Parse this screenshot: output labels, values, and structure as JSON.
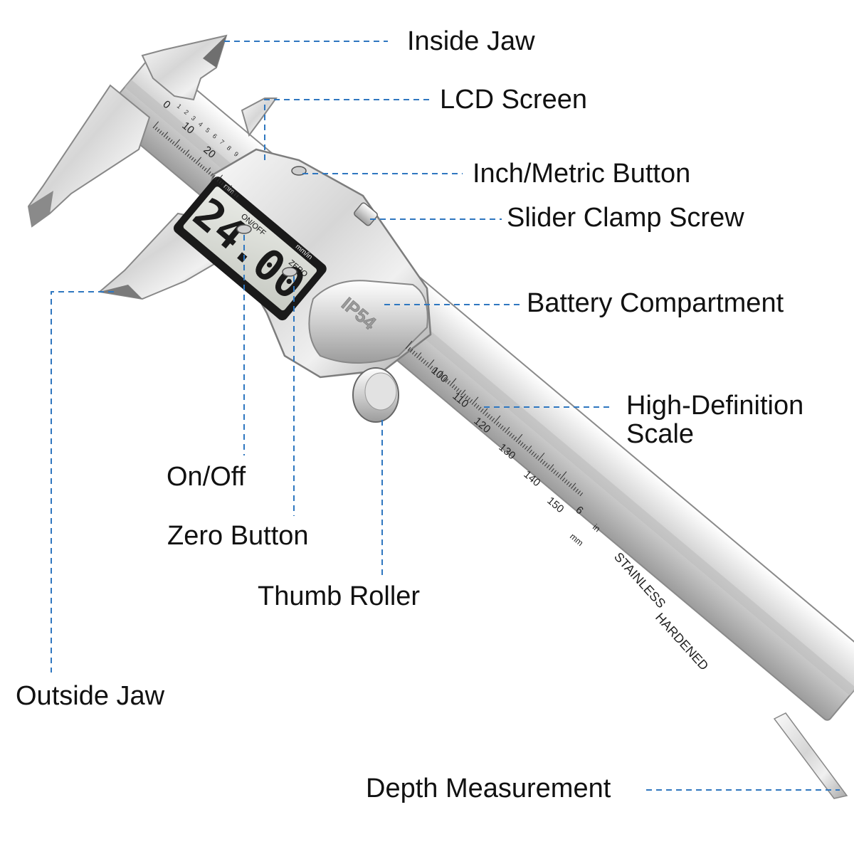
{
  "labels": {
    "inside_jaw": "Inside Jaw",
    "lcd_screen": "LCD Screen",
    "inch_metric_button": "Inch/Metric Button",
    "slider_clamp_screw": "Slider Clamp Screw",
    "battery_compartment": "Battery Compartment",
    "high_definition_scale_line1": "High-Definition",
    "high_definition_scale_line2": "Scale",
    "on_off": "On/Off",
    "zero_button": "Zero Button",
    "thumb_roller": "Thumb Roller",
    "outside_jaw": "Outside Jaw",
    "depth_measurement": "Depth Measurement"
  },
  "device": {
    "display_reading": "24.00",
    "unit_mm": "mm",
    "unit_mm_in": "mm/in",
    "btn_on_off": "ON/OFF",
    "btn_zero": "ZERO",
    "badge": "IP54",
    "scale_numbers": [
      "0",
      "10",
      "20",
      "100",
      "110",
      "120",
      "130",
      "140",
      "150"
    ],
    "inch_digits": [
      "1",
      "2",
      "3",
      "4",
      "5",
      "6",
      "7",
      "8",
      "9"
    ],
    "scale_inch_marker": "6",
    "unit_in": "in",
    "unit_mm_bar": "mm",
    "engraving_1": "STAINLESS",
    "engraving_2": "HARDENED"
  },
  "colors": {
    "leader_line": "#2f77c0",
    "label_text": "#111111",
    "steel_light": "#f2f2f2",
    "steel_mid": "#c8c8c8",
    "steel_dark": "#8a8a8a",
    "lcd_bg": "#d9dcd6",
    "lcd_digits": "#1a1a1a"
  }
}
